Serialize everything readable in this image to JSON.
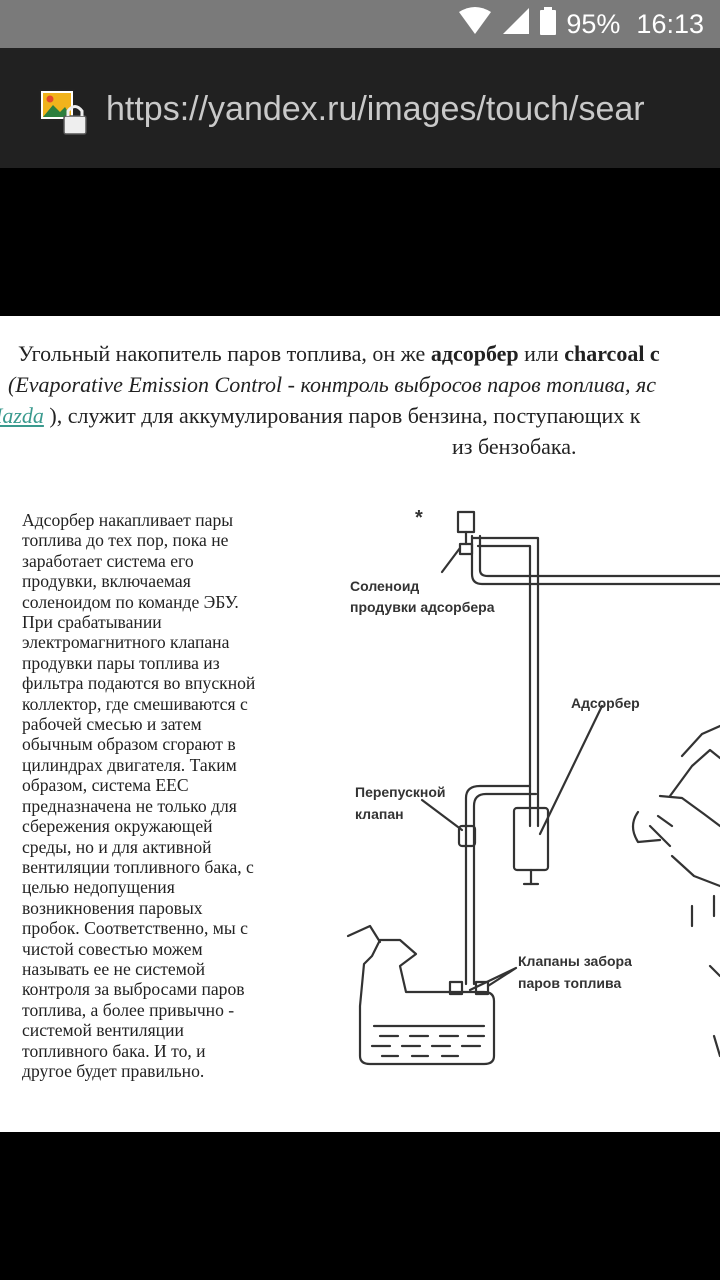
{
  "status_bar": {
    "battery": "95%",
    "time": "16:13",
    "icons": [
      "wifi-icon",
      "signal-icon",
      "battery-icon"
    ]
  },
  "browser": {
    "url": "https://yandex.ru/images/touch/sear"
  },
  "article_image": {
    "header": {
      "line1_a": "Угольный накопитель паров топлива, он же ",
      "line1_b": "адсорбер",
      "line1_c": " или ",
      "line1_d": "charcoal c",
      "line2": "(Evaporative Emission Control - контроль выбросов паров топлива, яс",
      "line3_link": "Mazda",
      "line3_rest": " ), служит для аккумулирования паров бензина, поступающих к",
      "line4": "из бензобака."
    },
    "body_lines": [
      "Адсорбер накапливает пары",
      "топлива до тех пор, пока не",
      "заработает система его",
      "продувки, включаемая",
      "соленоидом по команде ЭБУ.",
      "При срабатывании",
      "электромагнитного клапана",
      "продувки пары топлива из",
      "фильтра подаются во впускной",
      "коллектор, где смешиваются с",
      "рабочей смесью и затем",
      "обычным образом сгорают в",
      "цилиндрах двигателя. Таким",
      "образом, система EEC",
      "предназначена не только для",
      "сбережения окружающей",
      "среды, но и для активной",
      "вентиляции топливного бака, с",
      "целью недопущения",
      "возникновения паровых",
      "пробок. Соответственно, мы с",
      "чистой совестью можем",
      "называть ее не системой",
      "контроля за выбросами паров",
      "топлива, а более привычно -",
      "системой вентиляции",
      "топливного бака. И то, и",
      "другое будет правильно."
    ],
    "diagram": {
      "asterisk": "*",
      "solenoid_label_1": "Соленоид",
      "solenoid_label_2": "продувки адсорбера",
      "adsorber_label": "Адсорбер",
      "bypass_label_1": "Перепускной",
      "bypass_label_2": "клапан",
      "valves_label_1": "Клапаны забора",
      "valves_label_2": "паров топлива"
    }
  }
}
